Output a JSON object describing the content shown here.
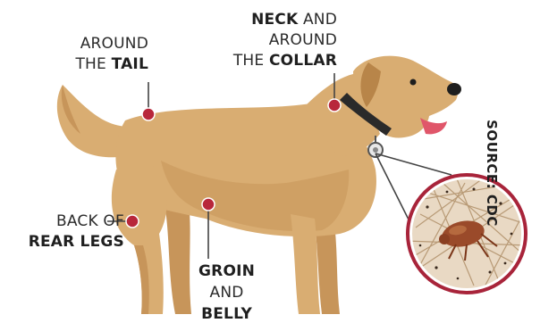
{
  "labels": {
    "tail": {
      "line1": "AROUND",
      "line2_pre": "THE ",
      "line2_bold": "TAIL"
    },
    "neck": {
      "line1_bold": "NECK",
      "line1_post": " AND",
      "line2": "AROUND",
      "line3_pre": "THE ",
      "line3_bold": "COLLAR"
    },
    "rear_legs": {
      "line1": "BACK OF",
      "line2_bold": "REAR LEGS"
    },
    "groin": {
      "line1_bold": "GROIN",
      "line2": "AND",
      "line3_bold": "BELLY"
    }
  },
  "source": "SOURCE: CDC",
  "colors": {
    "dog_body": "#d9ad72",
    "dog_shadow": "#c7955a",
    "marker": "#b8273b",
    "leader_line": "#444444",
    "magnifier_ring": "#a8243a",
    "collar": "#2a2a2a",
    "tongue": "#e0566a",
    "flea": "#9a4a2a"
  }
}
